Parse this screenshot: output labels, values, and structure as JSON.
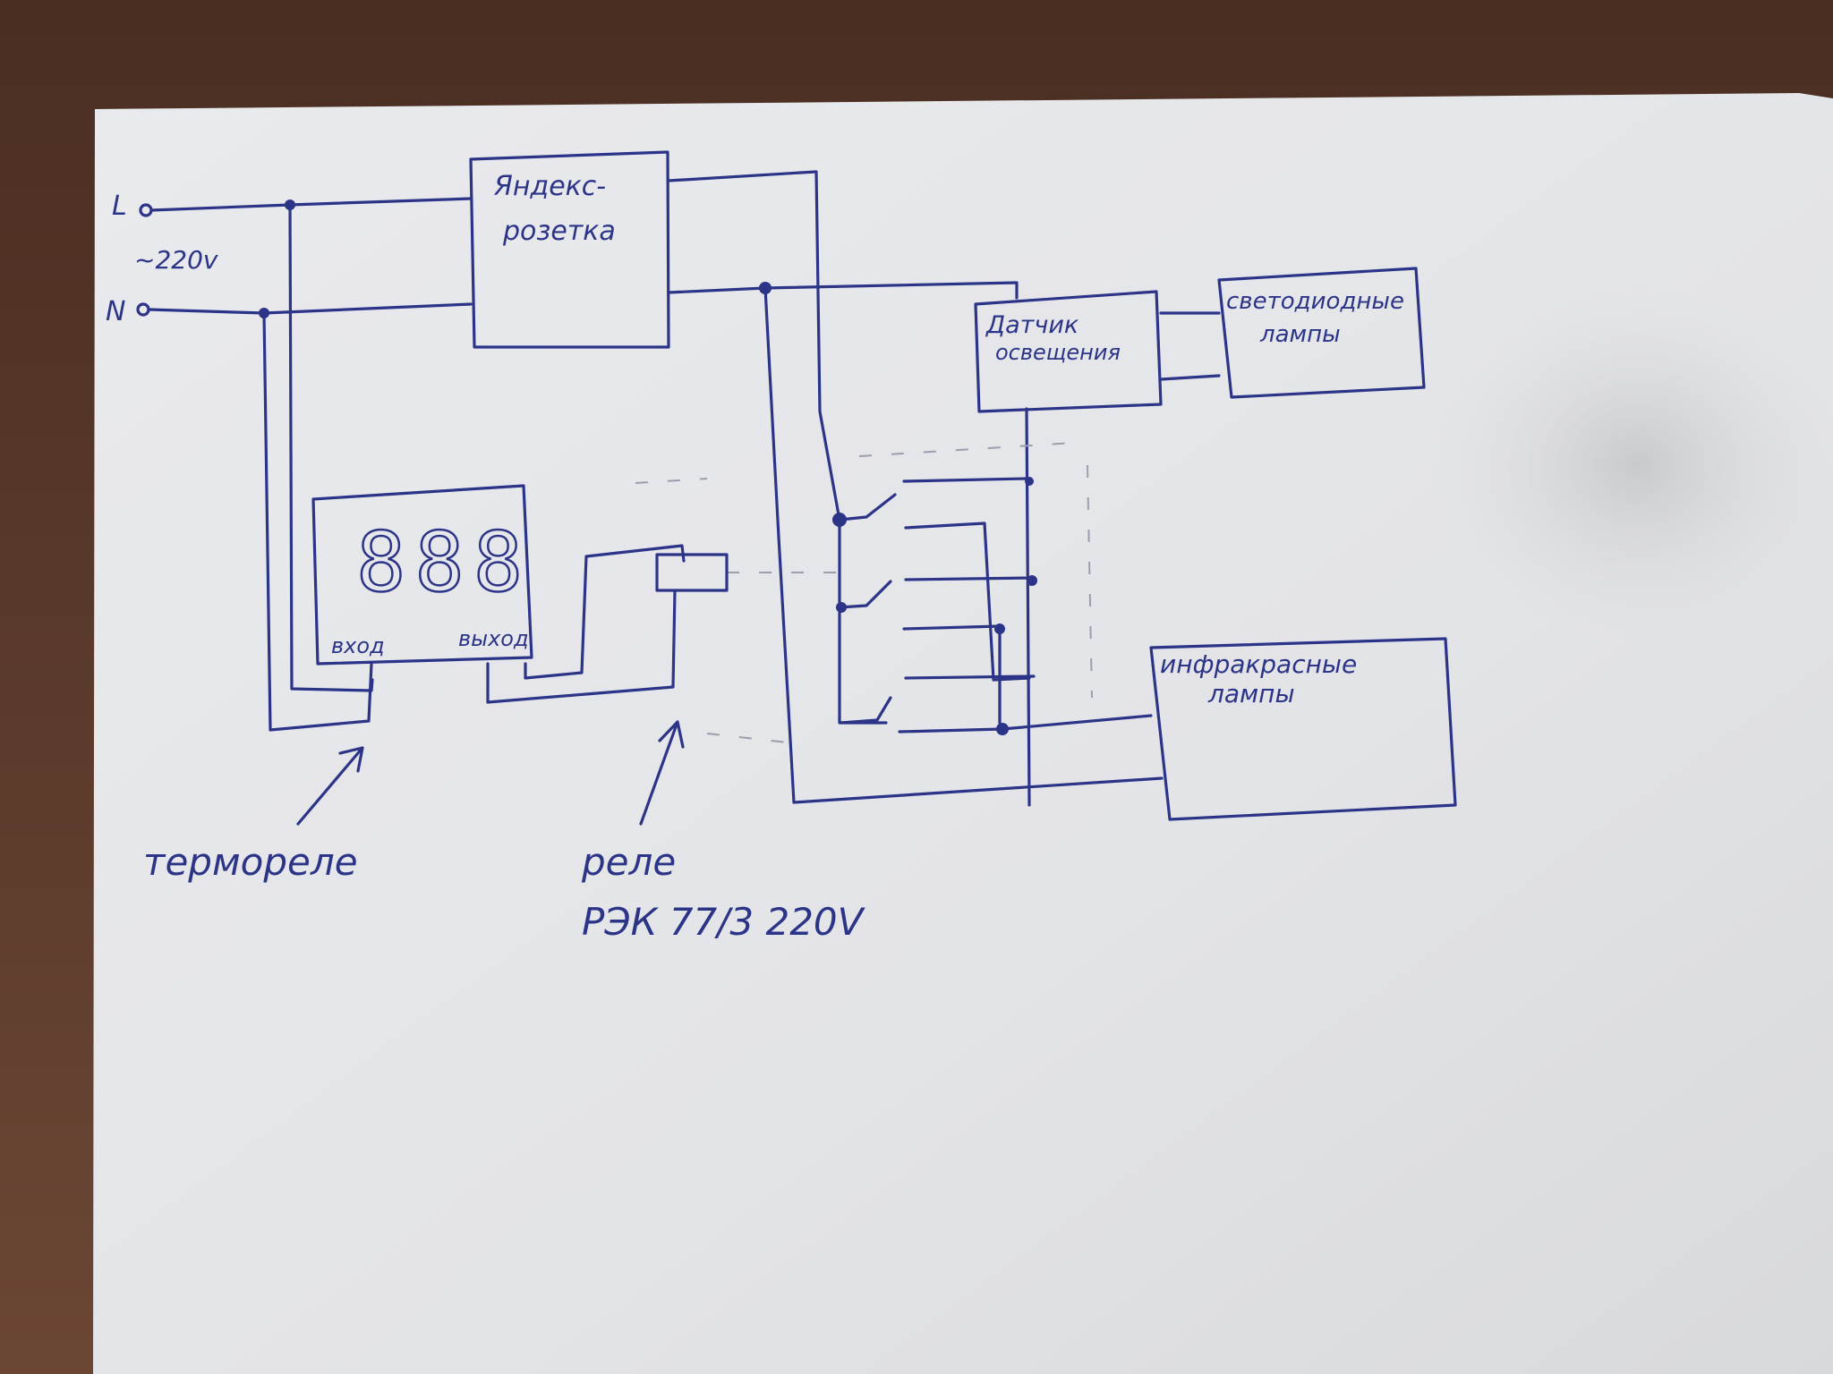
{
  "title": "Схема подключения",
  "colors": {
    "ink": "#2c3488",
    "paper": "#e6e7ea",
    "table": "#5a3a2c"
  },
  "supply": {
    "line_label": "L",
    "neutral_label": "N",
    "voltage_label": "~220v"
  },
  "blocks": {
    "yandex_socket": {
      "line1": "Яндекс-",
      "line2": "розетка"
    },
    "light_sensor": {
      "line1": "Датчик",
      "line2": "освещения"
    },
    "led_lamps": {
      "line1": "светодиодные",
      "line2": "лампы"
    },
    "infrared_lamps": {
      "line1": "инфракрасные",
      "line2": "лампы"
    },
    "thermostat": {
      "display": "888",
      "input_label": "вход",
      "output_label": "выход"
    }
  },
  "annotations": {
    "thermostat_caption": "термореле",
    "relay_caption": "реле",
    "relay_model": "РЭК 77/3 220V"
  }
}
